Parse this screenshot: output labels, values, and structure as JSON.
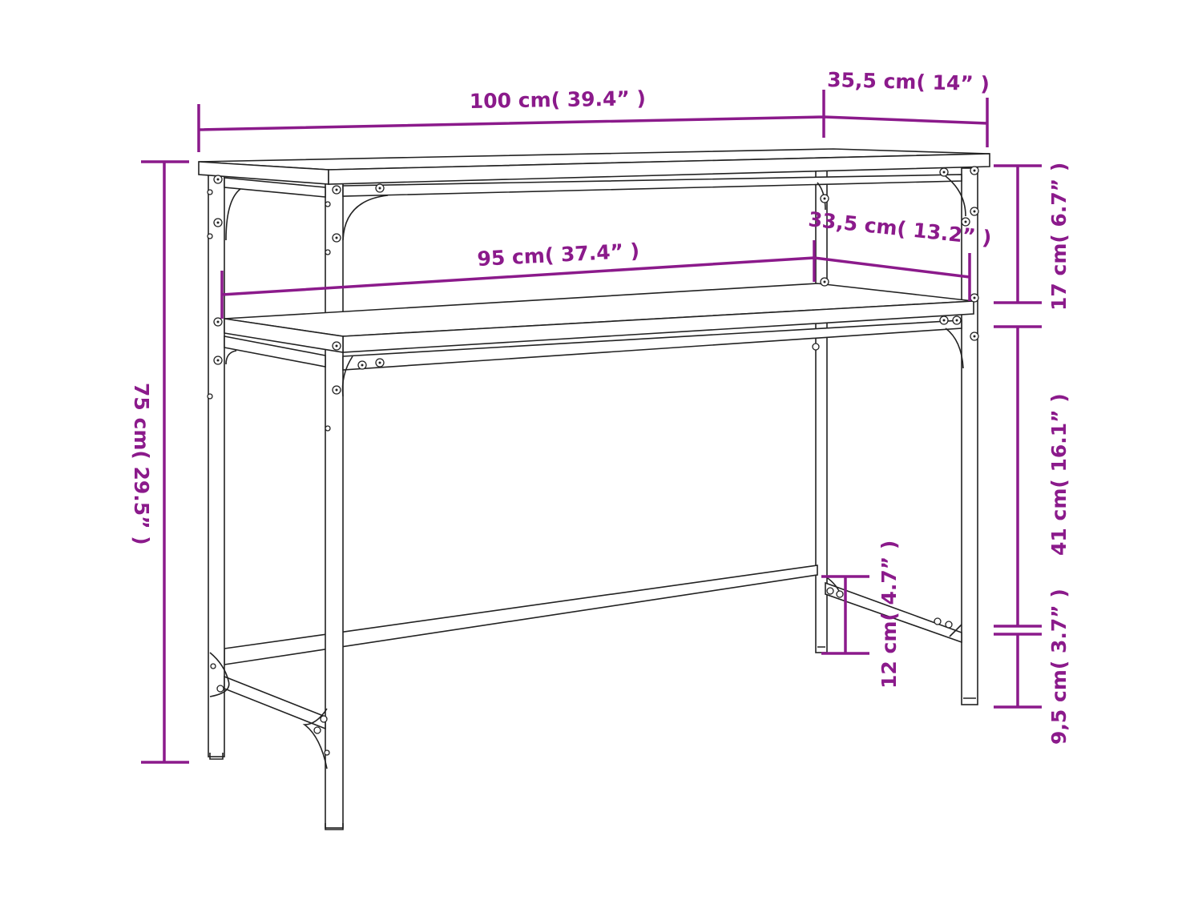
{
  "diagram": {
    "subject": "console-table-dimensions",
    "accent_color": "#8b1a8b",
    "line_color": "#222222",
    "labels": {
      "width": "100 cm( 39.4” )",
      "depth": "35,5 cm( 14” )",
      "height": "75 cm( 29.5” )",
      "inner_width": "95 cm( 37.4” )",
      "inner_depth": "33,5 cm( 13.2” )",
      "top_gap": "17 cm( 6.7” )",
      "shelf_gap": "41 cm( 16.1” )",
      "bottom_clearance": "9,5 cm( 3.7” )",
      "stretcher_height": "12 cm( 4.7” )"
    }
  }
}
